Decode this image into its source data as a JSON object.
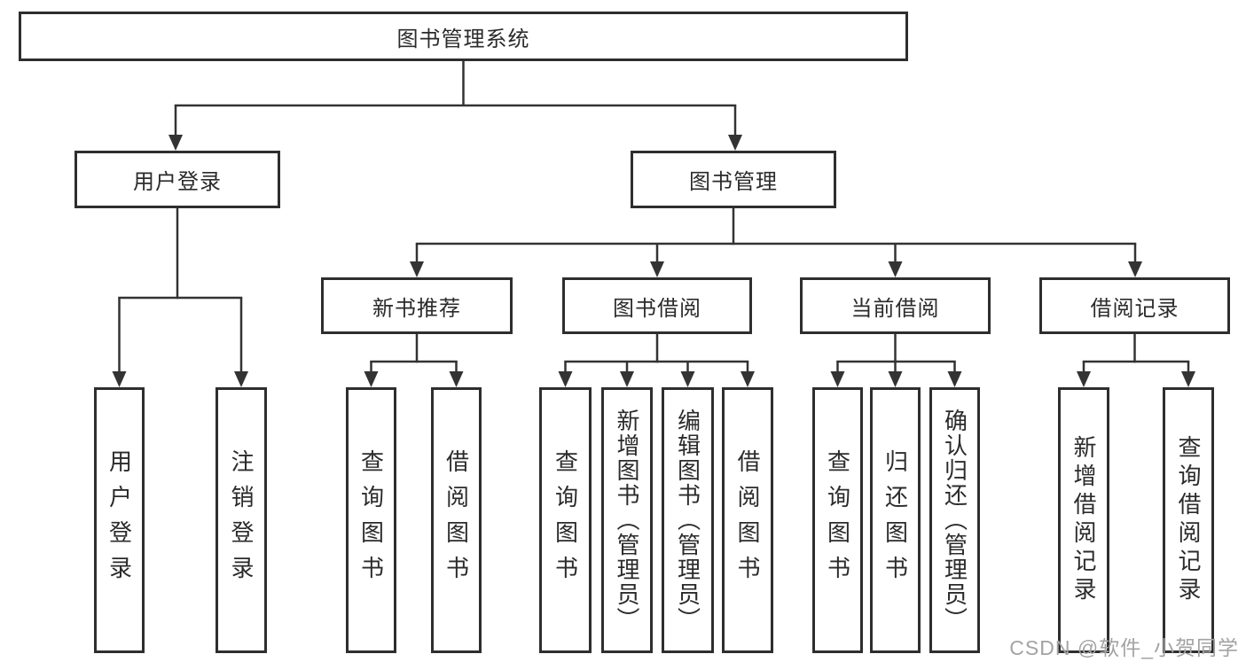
{
  "tree": {
    "root": "图书管理系统",
    "children": [
      {
        "label": "用户登录",
        "children": [
          {
            "label": "用户登录"
          },
          {
            "label": "注销登录"
          }
        ]
      },
      {
        "label": "图书管理",
        "children": [
          {
            "label": "新书推荐",
            "children": [
              {
                "label": "查询图书"
              },
              {
                "label": "借阅图书"
              }
            ]
          },
          {
            "label": "图书借阅",
            "children": [
              {
                "label": "查询图书"
              },
              {
                "label": "新增图书（管理员）"
              },
              {
                "label": "编辑图书（管理员）"
              },
              {
                "label": "借阅图书"
              }
            ]
          },
          {
            "label": "当前借阅",
            "children": [
              {
                "label": "查询图书"
              },
              {
                "label": "归还图书"
              },
              {
                "label": "确认归还（管理员）"
              }
            ]
          },
          {
            "label": "借阅记录",
            "children": [
              {
                "label": "新增借阅记录"
              },
              {
                "label": "查询借阅记录"
              }
            ]
          }
        ]
      }
    ]
  },
  "watermark": {
    "text": "CSDN @软件_小贺同学"
  },
  "colors": {
    "line": "#333333",
    "box_border": "#2e2e2e",
    "background": "#ffffff",
    "watermark": "#a3a3a3"
  }
}
